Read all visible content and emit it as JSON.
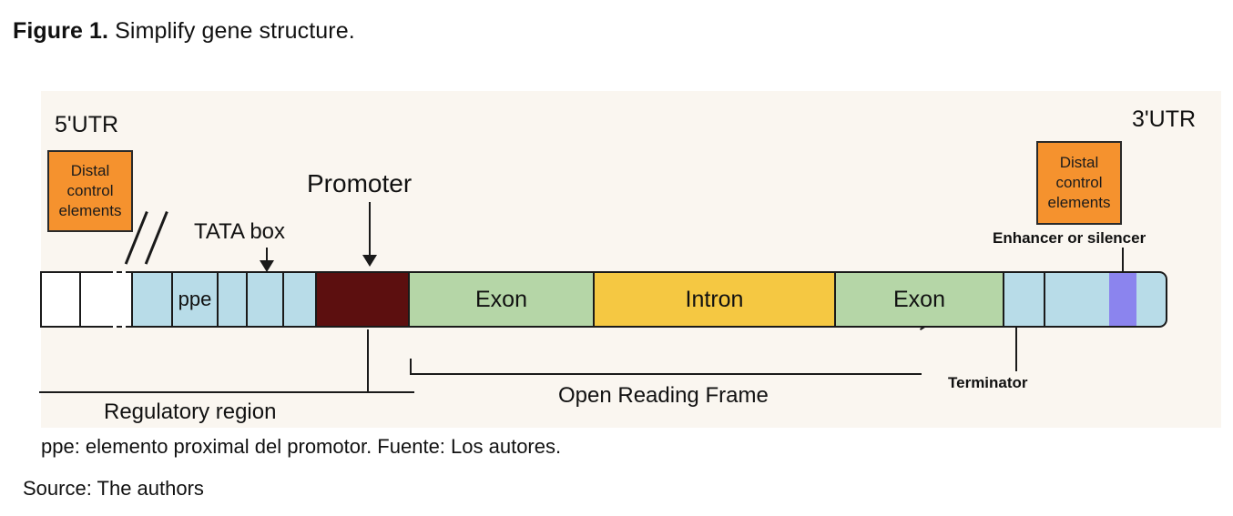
{
  "figure": {
    "label": "Figure 1.",
    "title": " Simplify gene structure."
  },
  "diagram": {
    "background_color": "#faf6f0",
    "labels": {
      "utr5": "5'UTR",
      "utr3": "3'UTR",
      "tata_box": "TATA box",
      "promoter": "Promoter",
      "enhancer_or_silencer": "Enhancer or silencer",
      "terminator": "Terminator",
      "open_reading_frame": "Open Reading Frame",
      "regulatory_region": "Regulatory region"
    },
    "distal_boxes": {
      "left": {
        "line1": "Distal",
        "line2": "control",
        "line3": "elements",
        "color": "#f5922e"
      },
      "right": {
        "line1": "Distal",
        "line2": "control",
        "line3": "elements",
        "color": "#f5922e"
      }
    },
    "gene_segments": [
      {
        "name": "upstream-white-1",
        "label": "",
        "color": "#ffffff"
      },
      {
        "name": "upstream-white-2",
        "label": "",
        "color": "#ffffff"
      },
      {
        "name": "sequence-break",
        "label": "",
        "color": "#ffffff"
      },
      {
        "name": "proximal-1",
        "label": "",
        "color": "#b8dce8"
      },
      {
        "name": "proximal-ppe",
        "label": "ppe",
        "color": "#b8dce8"
      },
      {
        "name": "proximal-3",
        "label": "",
        "color": "#b8dce8"
      },
      {
        "name": "proximal-tata",
        "label": "",
        "color": "#b8dce8"
      },
      {
        "name": "proximal-5",
        "label": "",
        "color": "#b8dce8"
      },
      {
        "name": "promoter-core",
        "label": "",
        "color": "#5c0f0f"
      },
      {
        "name": "exon-1",
        "label": "Exon",
        "color": "#b5d6a7"
      },
      {
        "name": "intron-1",
        "label": "Intron",
        "color": "#f5c842"
      },
      {
        "name": "exon-2",
        "label": "Exon",
        "color": "#b5d6a7"
      },
      {
        "name": "terminator-region",
        "label": "",
        "color": "#b8dce8"
      },
      {
        "name": "downstream-blue",
        "label": "",
        "color": "#b8dce8"
      },
      {
        "name": "enhancer-silencer",
        "label": "",
        "color": "#8b84ee"
      },
      {
        "name": "downstream-tail",
        "label": "",
        "color": "#b8dce8"
      }
    ]
  },
  "footnotes": {
    "ppe_note": "ppe: elemento proximal del promotor. Fuente: Los autores.",
    "source": "Source: The authors"
  }
}
